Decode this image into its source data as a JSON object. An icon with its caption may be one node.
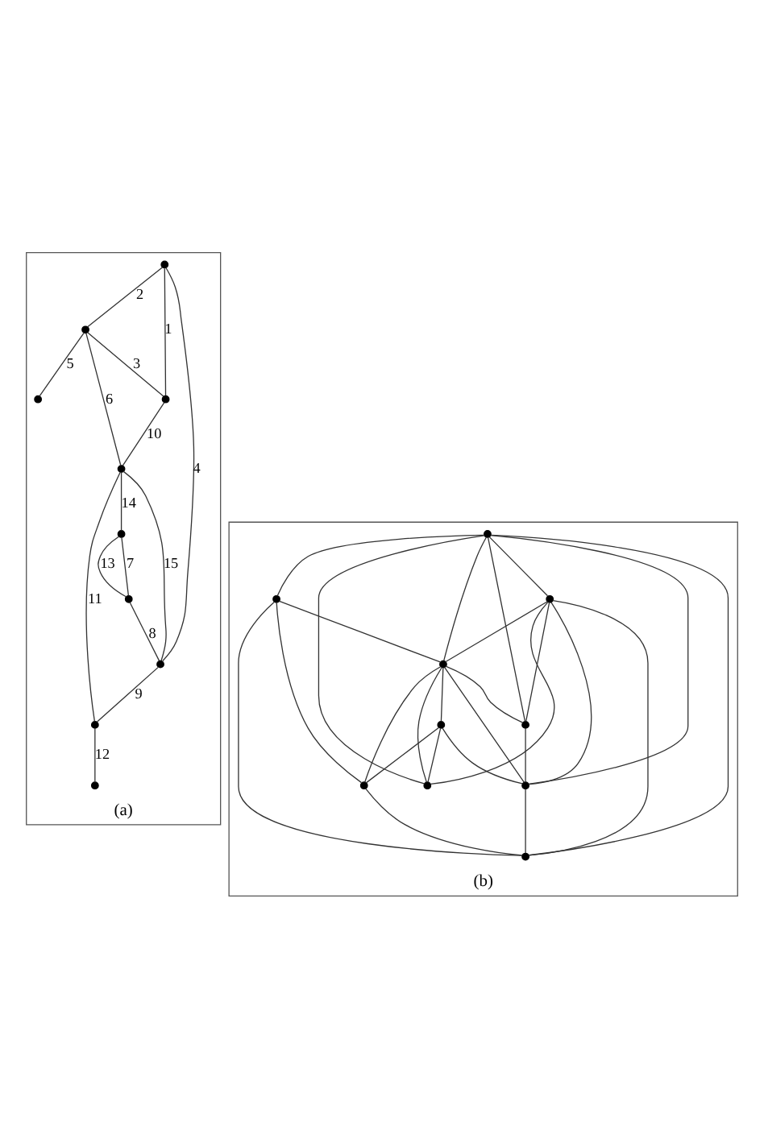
{
  "diagram": {
    "nodes": [
      {
        "text": [
          "(a)"
        ]
      },
      {
        "text": [],
        "shape": "circle",
        "in": 0
      },
      {
        "text": [],
        "shape": "circle",
        "in": 0
      },
      {
        "text": [],
        "shape": "circle",
        "in": 0
      },
      {
        "text": [],
        "shape": "circle",
        "in": 0
      },
      {
        "text": [],
        "shape": "circle",
        "in": 0
      },
      {
        "text": [],
        "shape": "circle",
        "in": 0
      },
      {
        "text": [],
        "shape": "circle",
        "in": 0
      },
      {
        "text": [],
        "shape": "circle",
        "in": 0
      },
      {
        "text": [],
        "shape": "circle",
        "in": 0
      },
      {
        "text": [],
        "shape": "circle",
        "in": 0
      },
      {
        "text": [
          "(b)"
        ]
      },
      {
        "text": [],
        "shape": "circle",
        "in": 11
      },
      {
        "text": [],
        "shape": "circle",
        "in": 11
      },
      {
        "text": [],
        "shape": "circle",
        "in": 11
      },
      {
        "text": [],
        "shape": "circle",
        "in": 11
      },
      {
        "text": [],
        "shape": "circle",
        "in": 11
      },
      {
        "text": [],
        "shape": "circle",
        "in": 11
      },
      {
        "text": [],
        "shape": "circle",
        "in": 11
      },
      {
        "text": [],
        "shape": "circle",
        "in": 11
      },
      {
        "text": [],
        "shape": "circle",
        "in": 11
      },
      {
        "text": [],
        "shape": "circle",
        "in": 11
      }
    ],
    "edges": [
      {
        "from": 3,
        "to": 1,
        "arrow": "none",
        "label": "1"
      },
      {
        "from": 3,
        "to": 5,
        "arrow": "none",
        "label": "2"
      },
      {
        "from": 5,
        "to": 1,
        "arrow": "none",
        "label": "3"
      },
      {
        "from": 3,
        "to": 9,
        "arrow": "none",
        "label": "4"
      },
      {
        "from": 5,
        "to": 2,
        "arrow": "none",
        "label": "5"
      },
      {
        "from": 5,
        "to": 10,
        "arrow": "none",
        "label": "6"
      },
      {
        "from": 7,
        "to": 8,
        "arrow": "none",
        "label": "7"
      },
      {
        "from": 7,
        "to": 9,
        "arrow": "none",
        "label": "8"
      },
      {
        "from": 9,
        "to": 4,
        "arrow": "none",
        "label": "9"
      },
      {
        "from": 1,
        "to": 10,
        "arrow": "none",
        "label": "10"
      },
      {
        "from": 10,
        "to": 4,
        "arrow": "none",
        "label": "11"
      },
      {
        "from": 4,
        "to": 6,
        "arrow": "none",
        "label": "12"
      },
      {
        "from": 8,
        "to": 7,
        "arrow": "none",
        "label": "13"
      },
      {
        "from": 10,
        "to": 8,
        "arrow": "none",
        "label": "14"
      },
      {
        "from": 9,
        "to": 10,
        "arrow": "none",
        "label": "15"
      },
      {
        "from": 12,
        "to": 13,
        "arrow": "none"
      },
      {
        "from": 12,
        "to": 14,
        "arrow": "none"
      },
      {
        "from": 12,
        "to": 20,
        "arrow": "none"
      },
      {
        "from": 12,
        "to": 15,
        "arrow": "none"
      },
      {
        "from": 12,
        "to": 17,
        "arrow": "none"
      },
      {
        "from": 12,
        "to": 19,
        "arrow": "none"
      },
      {
        "from": 12,
        "to": 21,
        "arrow": "none"
      },
      {
        "from": 13,
        "to": 21,
        "arrow": "none"
      },
      {
        "from": 13,
        "to": 15,
        "arrow": "none"
      },
      {
        "from": 13,
        "to": 18,
        "arrow": "none"
      },
      {
        "from": 14,
        "to": 15,
        "arrow": "none"
      },
      {
        "from": 14,
        "to": 20,
        "arrow": "none"
      },
      {
        "from": 14,
        "to": 21,
        "arrow": "none"
      },
      {
        "from": 14,
        "to": 19,
        "arrow": "none"
      },
      {
        "from": 14,
        "to": 17,
        "arrow": "none"
      },
      {
        "from": 15,
        "to": 16,
        "arrow": "none"
      },
      {
        "from": 15,
        "to": 18,
        "arrow": "none"
      },
      {
        "from": 15,
        "to": 20,
        "arrow": "none"
      },
      {
        "from": 15,
        "to": 19,
        "arrow": "none"
      },
      {
        "from": 15,
        "to": 17,
        "arrow": "none"
      },
      {
        "from": 16,
        "to": 18,
        "arrow": "none"
      },
      {
        "from": 16,
        "to": 20,
        "arrow": "none"
      },
      {
        "from": 16,
        "to": 19,
        "arrow": "none"
      },
      {
        "from": 17,
        "to": 20,
        "arrow": "none"
      },
      {
        "from": 18,
        "to": 21,
        "arrow": "none"
      },
      {
        "from": 20,
        "to": 21,
        "arrow": "none"
      }
    ]
  }
}
